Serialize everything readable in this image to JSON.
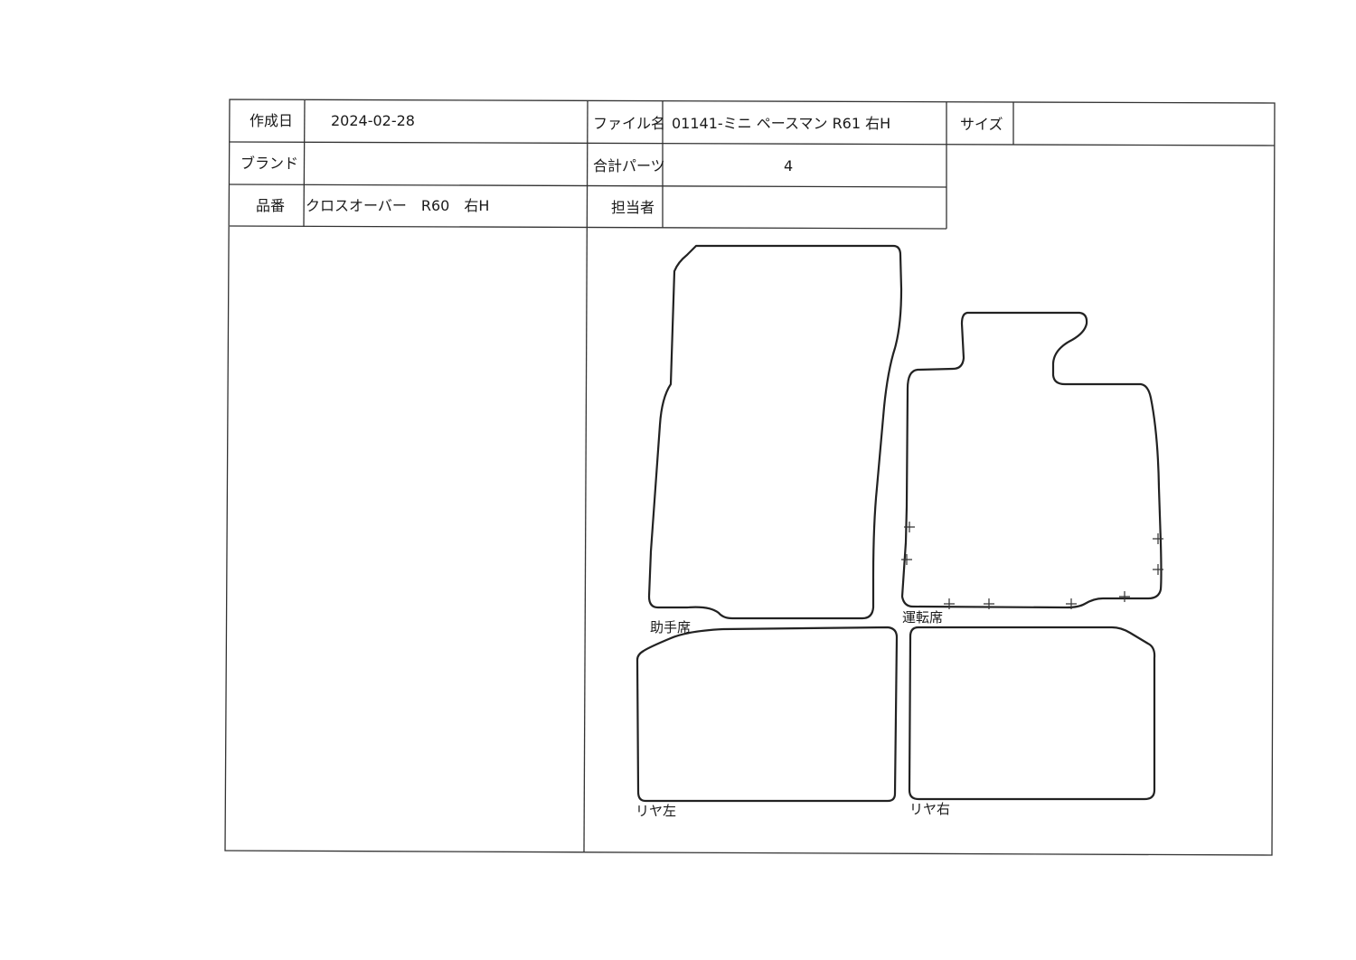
{
  "header": {
    "created_date_label": "作成日",
    "created_date": "2024-02-28",
    "file_name_label": "ファイル名",
    "file_name": "01141-ミニ ペースマン R61 右H",
    "size_label": "サイズ",
    "size_value": "",
    "brand_label": "ブランド",
    "brand_value": "",
    "total_parts_label": "合計パーツ",
    "total_parts": "4",
    "part_number_label": "品番",
    "part_number": "クロスオーバー　R60　右H",
    "person_label": "担当者",
    "person_value": ""
  },
  "parts": [
    {
      "label": "助手席"
    },
    {
      "label": "運転席"
    },
    {
      "label": "リヤ左"
    },
    {
      "label": "リヤ右"
    }
  ]
}
